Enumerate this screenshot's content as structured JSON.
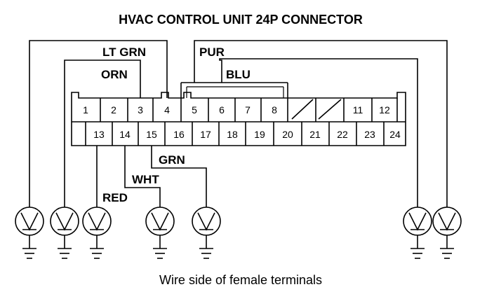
{
  "title": "HVAC CONTROL UNIT 24P CONNECTOR",
  "caption": "Wire side of female terminals",
  "wire_labels": {
    "lt_grn": "LT GRN",
    "orn": "ORN",
    "pur": "PUR",
    "blu": "BLU",
    "grn": "GRN",
    "wht": "WHT",
    "red": "RED"
  },
  "top_row_pins": [
    "1",
    "2",
    "3",
    "4",
    "5",
    "6",
    "7",
    "8",
    "",
    "",
    "11",
    "12"
  ],
  "bottom_row_pins": [
    "13",
    "14",
    "15",
    "16",
    "17",
    "18",
    "19",
    "20",
    "21",
    "22",
    "23",
    "24"
  ]
}
